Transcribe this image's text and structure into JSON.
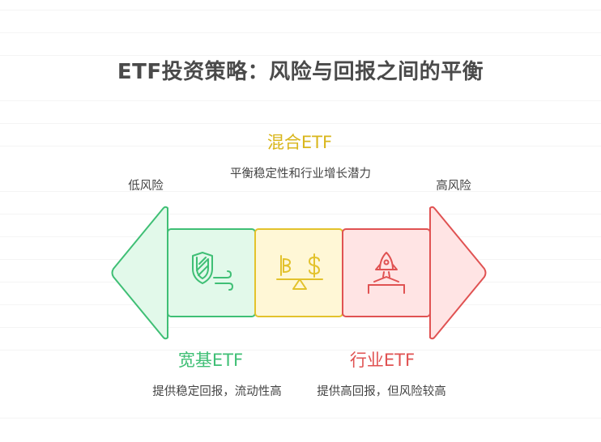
{
  "title": "ETF投资策略：风险与回报之间的平衡",
  "left_end": {
    "label": "低风险"
  },
  "right_end": {
    "label": "高风险"
  },
  "segments": [
    {
      "heading": "宽基ETF",
      "description": "提供稳定回报，流动性高",
      "icon": "shield-wind-icon",
      "color": "#3fbf75",
      "fill": "#e2f9ea"
    },
    {
      "heading": "混合ETF",
      "description": "平衡稳定性和行业增长潜力",
      "icon": "balance-scale-icon",
      "color": "#e3c22c",
      "fill": "#fff7d6"
    },
    {
      "heading": "行业ETF",
      "description": "提供高回报，但风险较高",
      "icon": "rocket-icon",
      "color": "#e05252",
      "fill": "#ffe4e4"
    }
  ]
}
